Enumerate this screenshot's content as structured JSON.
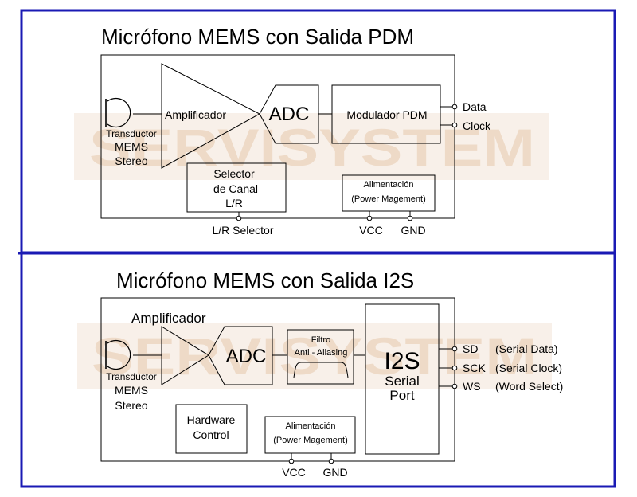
{
  "watermark": "SERVISYSTEM",
  "colors": {
    "frame": "#1a1ab4",
    "watermark_band": "#f3e6da",
    "ink": "#000000"
  },
  "pdm": {
    "title": "Micrófono MEMS con Salida PDM",
    "transducer": [
      "Transductor",
      "MEMS",
      "Stereo"
    ],
    "amplifier": "Amplificador",
    "adc": "ADC",
    "modulator": "Modulador PDM",
    "selector": [
      "Selector",
      "de Canal",
      "L/R"
    ],
    "power": [
      "Alimentación",
      "(Power Magement)"
    ],
    "pins": {
      "data": "Data",
      "clock": "Clock",
      "lr_selector": "L/R Selector",
      "vcc": "VCC",
      "gnd": "GND"
    }
  },
  "i2s": {
    "title": "Micrófono MEMS con Salida I2S",
    "transducer": [
      "Transductor",
      "MEMS",
      "Stereo"
    ],
    "amplifier": "Amplificador",
    "adc": "ADC",
    "filter": [
      "Filtro",
      "Anti - Aliasing"
    ],
    "serial_port": [
      "I2S",
      "Serial",
      "Port"
    ],
    "hardware_control": [
      "Hardware",
      "Control"
    ],
    "power": [
      "Alimentación",
      "(Power Magement)"
    ],
    "pins": {
      "sd": "SD",
      "sd_desc": "(Serial Data)",
      "sck": "SCK",
      "sck_desc": "(Serial Clock)",
      "ws": "WS",
      "ws_desc": "(Word Select)",
      "vcc": "VCC",
      "gnd": "GND"
    }
  }
}
